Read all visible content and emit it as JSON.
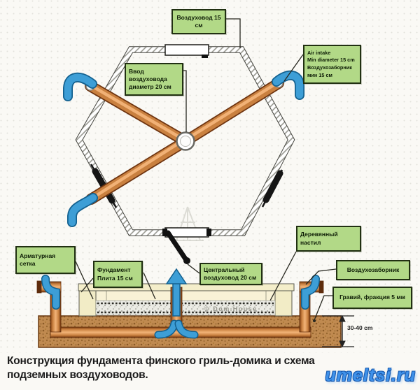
{
  "plan": {
    "labels": {
      "duct_top": "Воздуховод 15 см",
      "air_intake": "Air intake\nMin diameter 15 cm\nВоздухозаборник\nмин 15 см",
      "inlet": "Ввод\nвоздуховода\nдиаметр 20 см"
    }
  },
  "section": {
    "labels": {
      "mesh": "Арматурная\nсетка",
      "foundation": "Фундамент\nПлита 15 см",
      "central_duct": "Центральный\nвоздуховод 20 см",
      "decking": "Деревянный\nнастил",
      "air_intake": "Воздухозаборник",
      "gravel": "Гравий, фракция 5 мм",
      "depth": "30-40 cm"
    },
    "watermark": "© Dom.House"
  },
  "caption": "Конструкция фундамента финского гриль-домика и схема\nподземных воздуховодов.",
  "site_watermark": "umeltsi.ru",
  "colors": {
    "label_bg": "#b2d987",
    "label_border": "#213012",
    "pipe_copper": "#c9803f",
    "airflow_blue": "#3d9ed6",
    "trench_brown": "#c08a50",
    "watermark_blue": "#3f92ea"
  }
}
